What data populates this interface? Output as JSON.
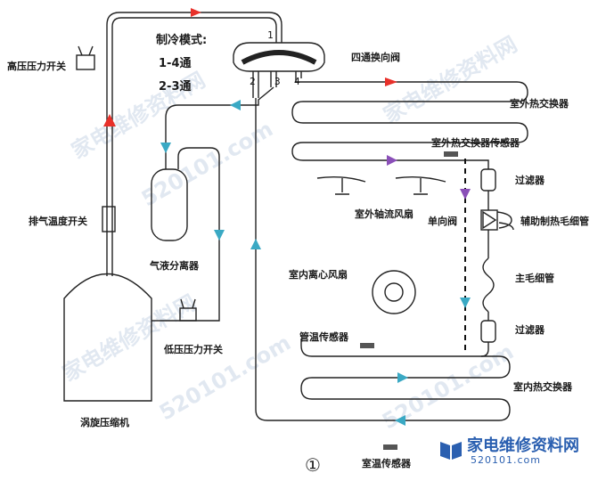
{
  "mode_title": "制冷模式:",
  "mode_line1": "1-4通",
  "mode_line2": "2-3通",
  "valve_numbers": [
    "1",
    "2",
    "3",
    "4"
  ],
  "labels": {
    "high_pressure_switch": "高压压力开关",
    "four_way_valve": "四通换向阀",
    "outdoor_hx": "室外热交换器",
    "outdoor_hx_sensor": "室外热交换器传感器",
    "filter_top": "过滤器",
    "outdoor_fan": "室外轴流风扇",
    "check_valve": "单向阀",
    "aux_capillary": "辅助制热毛细管",
    "discharge_temp_switch": "排气温度开关",
    "gas_liquid_separator": "气液分离器",
    "indoor_fan": "室内离心风扇",
    "main_capillary": "主毛细管",
    "pipe_temp_sensor": "管温传感器",
    "filter_bottom": "过滤器",
    "low_pressure_switch": "低压压力开关",
    "indoor_hx": "室内热交换器",
    "scroll_compressor": "涡旋压缩机",
    "room_temp_sensor": "室温传感器"
  },
  "figure_number": "①",
  "logo": {
    "title": "家电维修资料网",
    "url": "520101.com"
  },
  "watermarks": [
    "家电维修资料网",
    "520101.com",
    "家电维修资料网",
    "520101.com",
    "家电维修资料网",
    "520101.com"
  ],
  "colors": {
    "pipe": "#222222",
    "red_arrow": "#e8302a",
    "cyan_arrow": "#3aa9c4",
    "purple_arrow": "#8a4fb8",
    "dashed_line": "#111111",
    "watermark": "#c9d6e6",
    "logo": "#2a5fb0"
  }
}
